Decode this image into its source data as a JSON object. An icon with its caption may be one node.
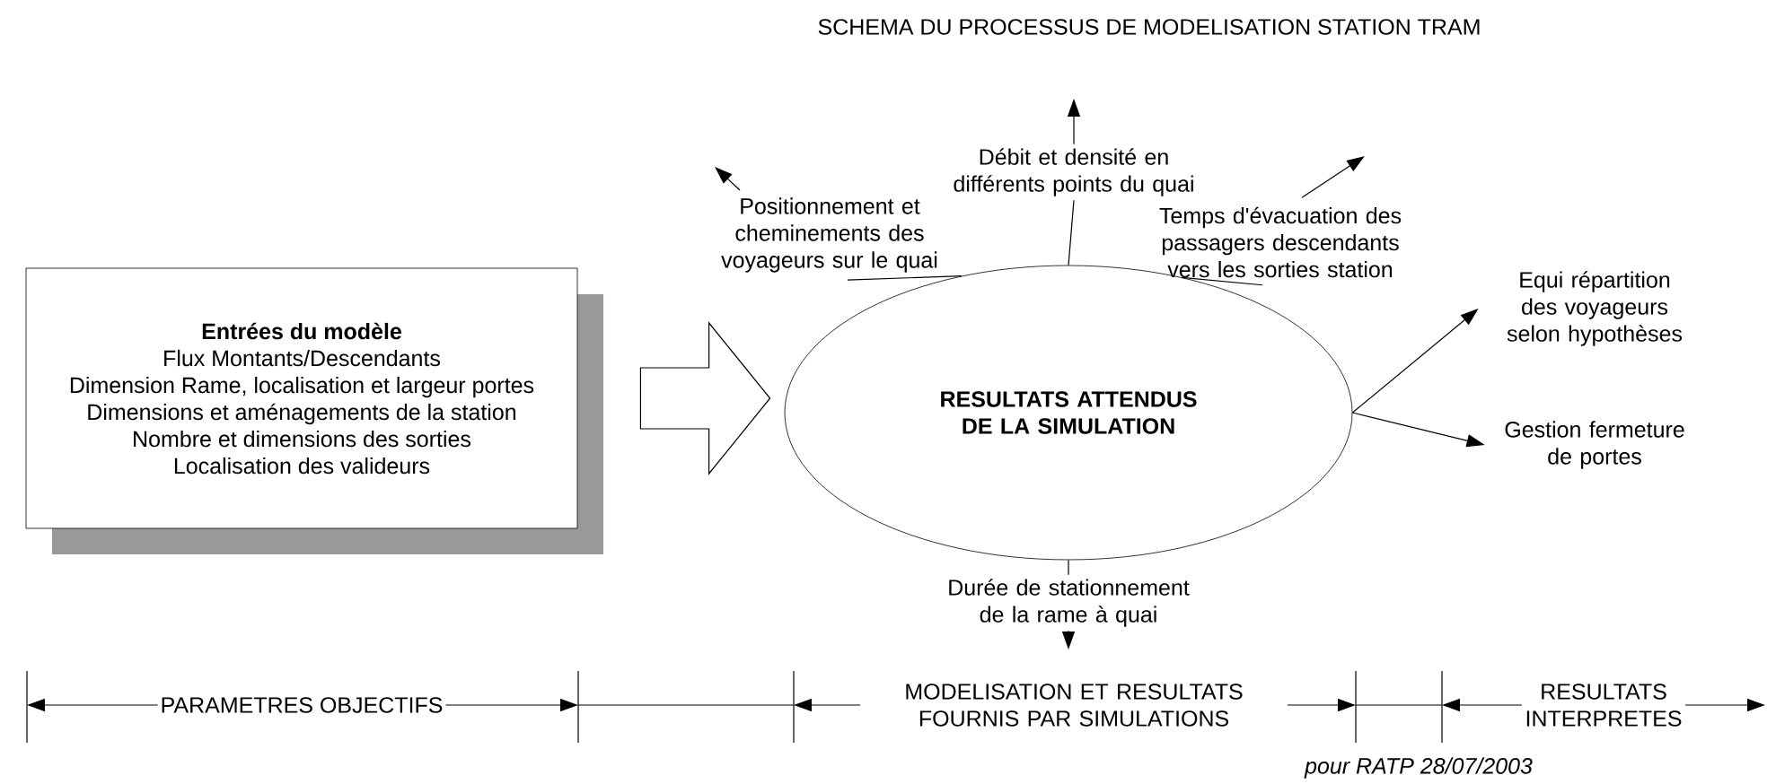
{
  "diagram": {
    "title": "SCHEMA DU PROCESSUS DE MODELISATION STATION TRAM",
    "nodes": [
      {
        "text": [
          "Entrées du modèle",
          "Flux Montants/Descendants",
          "Dimension Rame, localisation et largeur portes",
          "Dimensions et aménagements de la station",
          "Nombre et dimensions des sorties",
          "Localisation des valideurs"
        ]
      },
      {
        "text": [
          "RESULTATS ATTENDUS DE LA SIMULATION"
        ]
      },
      {
        "text": [
          "Positionnement et cheminements des voyageurs sur le quai"
        ]
      },
      {
        "text": [
          "Débit et densité en différents points du quai"
        ]
      },
      {
        "text": [
          "Temps d'évacuation des passagers descendants vers les sorties station"
        ]
      },
      {
        "text": [
          "Equi répartition des voyageurs selon hypothèses"
        ]
      },
      {
        "text": [
          "Gestion fermeture de portes"
        ]
      },
      {
        "text": [
          "Durée de stationnement de la rame à quai"
        ]
      }
    ],
    "edges": [
      {
        "from": 0,
        "to": 1,
        "arrow": "to",
        "style": "thick"
      },
      {
        "from": 1,
        "to": 2,
        "arrow": "none"
      },
      {
        "from": 2,
        "to": null,
        "arrow": "to"
      },
      {
        "from": 1,
        "to": 3,
        "arrow": "none"
      },
      {
        "from": 3,
        "to": null,
        "arrow": "to"
      },
      {
        "from": 1,
        "to": 4,
        "arrow": "none"
      },
      {
        "from": 4,
        "to": null,
        "arrow": "to"
      },
      {
        "from": 1,
        "to": 5,
        "arrow": "to"
      },
      {
        "from": 1,
        "to": 6,
        "arrow": "to"
      },
      {
        "from": 1,
        "to": 7,
        "arrow": "none"
      },
      {
        "from": 7,
        "to": null,
        "arrow": "to"
      }
    ],
    "labels": [
      "PARAMETRES OBJECTIFS",
      "MODELISATION ET RESULTATS FOURNIS PAR SIMULATIONS",
      "RESULTATS INTERPRETES",
      "pour RATP 28/07/2003"
    ]
  }
}
